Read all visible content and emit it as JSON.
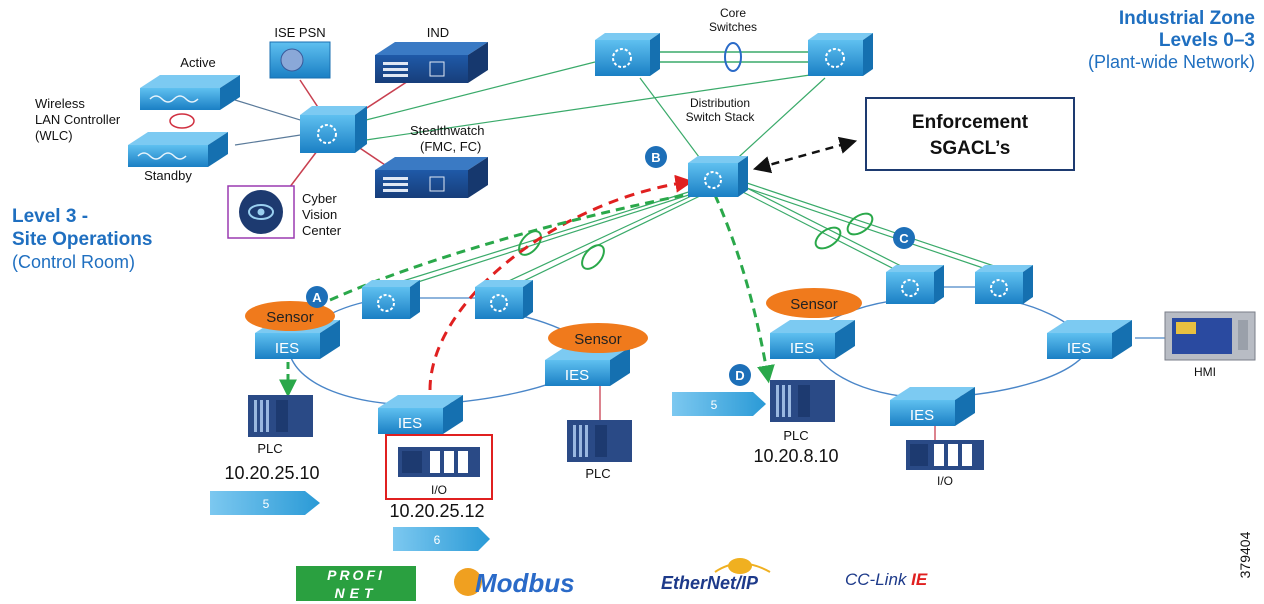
{
  "zone": {
    "title_line1": "Industrial Zone",
    "title_line2": "Levels 0–3",
    "subtitle": "(Plant-wide Network)"
  },
  "level3": {
    "line1": "Level 3 -",
    "line2": "Site Operations",
    "line3": "(Control Room)"
  },
  "labels": {
    "ise_psn": "ISE PSN",
    "ind": "IND",
    "active": "Active",
    "standby": "Standby",
    "wlc_line1": "Wireless",
    "wlc_line2": "LAN Controller",
    "wlc_line3": "(WLC)",
    "stealth_line1": "Stealthwatch",
    "stealth_line2": "(FMC, FC)",
    "cvc_line1": "Cyber",
    "cvc_line2": "Vision",
    "cvc_line3": "Center",
    "core_line1": "Core",
    "core_line2": "Switches",
    "dist_line1": "Distribution",
    "dist_line2": "Switch Stack",
    "enforcement_line1": "Enforcement",
    "enforcement_line2": "SGACL’s",
    "sensor": "Sensor",
    "ies": "IES",
    "plc": "PLC",
    "io": "I/O",
    "hmi": "HMI",
    "ip_left": "10.20.25.10",
    "ip_io": "10.20.25.12",
    "ip_right": "10.20.8.10",
    "figure_id": "379404"
  },
  "markers": {
    "a": "A",
    "b": "B",
    "c": "C",
    "d": "D"
  },
  "arrows": {
    "five": "5",
    "six": "6"
  },
  "protocols": {
    "profinet_line1": "PROFI",
    "profinet_line2": "NET",
    "modbus": "Modbus",
    "ethernetip": "EtherNet/IP",
    "cclink": "CC-Link",
    "cclink_ie": "IE"
  },
  "colors": {
    "device_blue": "#1f8fd0",
    "title_blue": "#1f6fc0",
    "marker_blue": "#1d6fb8",
    "sensor_orange": "#f07a1c",
    "plc_navy": "#2a4a86",
    "link_green": "#2aa84a",
    "link_red": "#e02020",
    "link_line_blue": "#4a86c8"
  }
}
